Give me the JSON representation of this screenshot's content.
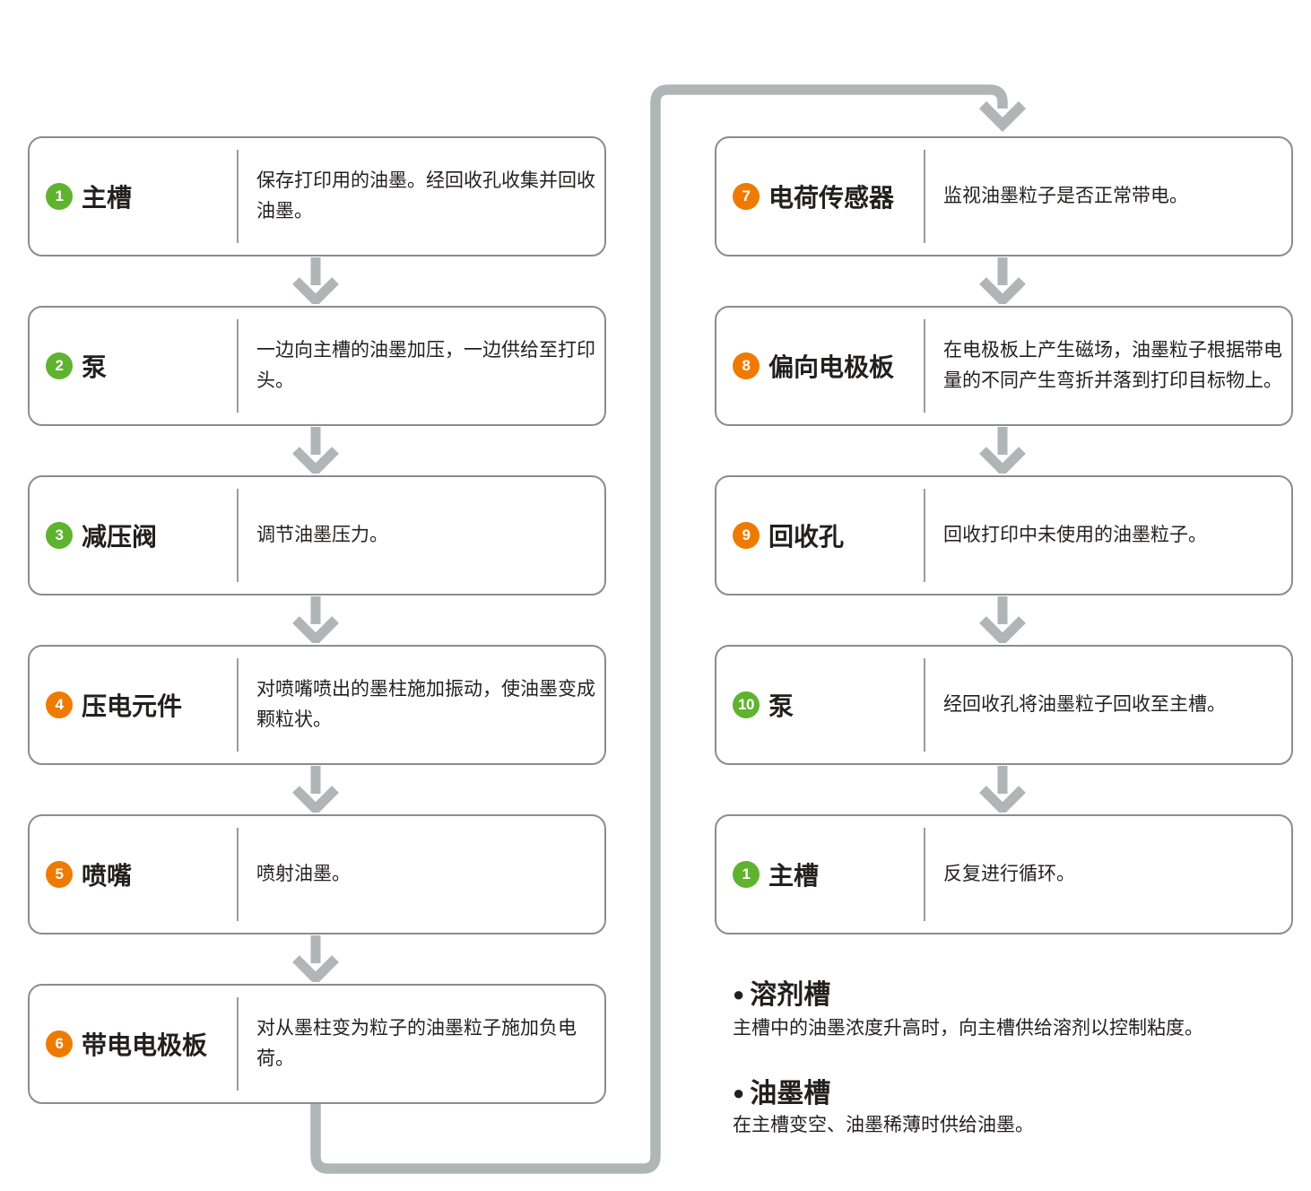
{
  "colors": {
    "badge_green": "#5fb32f",
    "badge_orange": "#ee7b00",
    "arrow_gray": "#b0b5b5",
    "box_border_gray": "#8c8c8c",
    "text": "#231f1f"
  },
  "icons": {
    "bullet": "●",
    "arrow": "chevron-down"
  },
  "left_steps": [
    {
      "num": "1",
      "badge_color": "green",
      "title": "主槽",
      "desc": "保存打印用的油墨。经回收孔收集并回收油墨。"
    },
    {
      "num": "2",
      "badge_color": "green",
      "title": "泵",
      "desc": "一边向主槽的油墨加压，一边供给至打印头。"
    },
    {
      "num": "3",
      "badge_color": "green",
      "title": "减压阀",
      "desc": "调节油墨压力。"
    },
    {
      "num": "4",
      "badge_color": "orange",
      "title": "压电元件",
      "desc": "对喷嘴喷出的墨柱施加振动，使油墨变成颗粒状。"
    },
    {
      "num": "5",
      "badge_color": "orange",
      "title": "喷嘴",
      "desc": "喷射油墨。"
    },
    {
      "num": "6",
      "badge_color": "orange",
      "title": "带电电极板",
      "desc": "对从墨柱变为粒子的油墨粒子施加负电荷。"
    }
  ],
  "right_steps": [
    {
      "num": "7",
      "badge_color": "orange",
      "title": "电荷传感器",
      "desc": "监视油墨粒子是否正常带电。"
    },
    {
      "num": "8",
      "badge_color": "orange",
      "title": "偏向电极板",
      "desc": "在电极板上产生磁场，油墨粒子根据带电量的不同产生弯折并落到打印目标物上。"
    },
    {
      "num": "9",
      "badge_color": "orange",
      "title": "回收孔",
      "desc": "回收打印中未使用的油墨粒子。"
    },
    {
      "num": "10",
      "badge_color": "green",
      "title": "泵",
      "desc": "经回收孔将油墨粒子回收至主槽。"
    },
    {
      "num": "1",
      "badge_color": "green",
      "title": "主槽",
      "desc": "反复进行循环。"
    }
  ],
  "notes": [
    {
      "title": "溶剂槽",
      "desc": "主槽中的油墨浓度升高时，向主槽供给溶剂以控制粘度。"
    },
    {
      "title": "油墨槽",
      "desc": "在主槽变空、油墨稀薄时供给油墨。"
    }
  ]
}
